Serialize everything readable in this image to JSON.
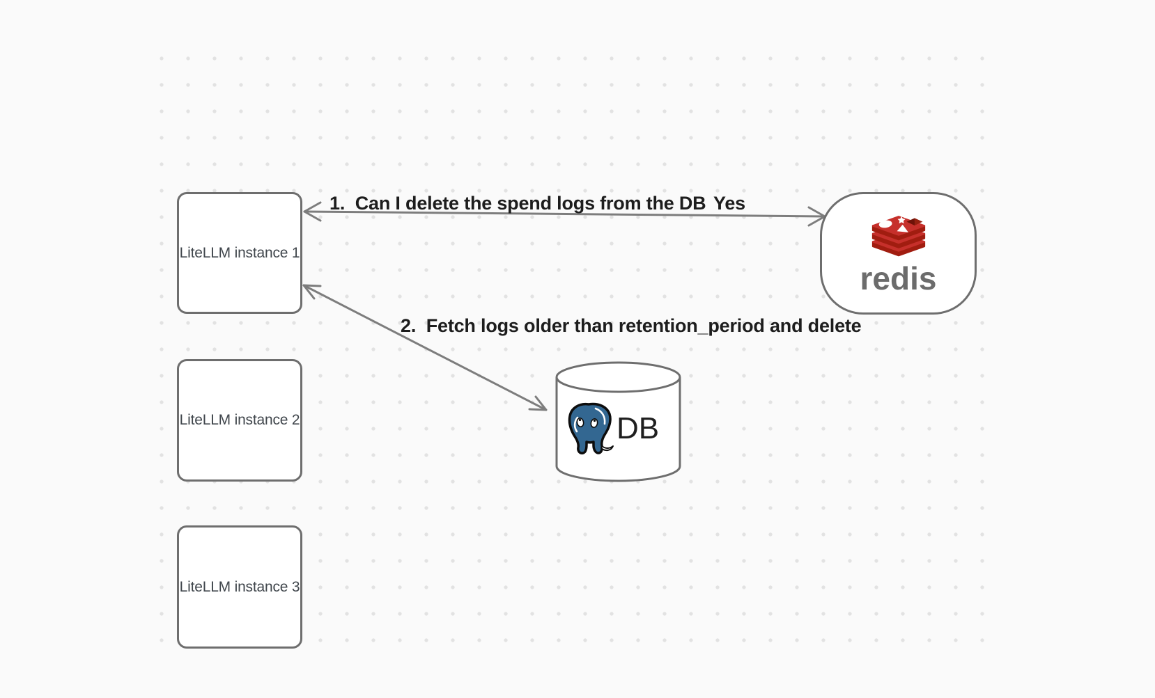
{
  "diagram": {
    "instances": [
      {
        "label": "LiteLLM instance 1"
      },
      {
        "label": "LiteLLM instance 2"
      },
      {
        "label": "LiteLLM instance 3"
      }
    ],
    "redis": {
      "wordmark": "redis"
    },
    "database": {
      "label": "DB"
    },
    "messages": {
      "arrow1_label": "1.  Can I delete the spend logs from the DB",
      "arrow1_response": "Yes",
      "arrow2_label": "2.  Fetch logs older than retention_period and delete"
    },
    "colors": {
      "background": "#fafafa",
      "grid_dot": "#e2e2e2",
      "shape_border": "#6e6e6e",
      "arrow": "#7d7d7d",
      "label_text": "#1d1d1d",
      "node_text": "#40464c",
      "redis_red": "#c6302b",
      "redis_dark_red": "#a11d10",
      "redis_wordmark_gray": "#6c6c6c",
      "postgres_blue": "#336791"
    }
  }
}
